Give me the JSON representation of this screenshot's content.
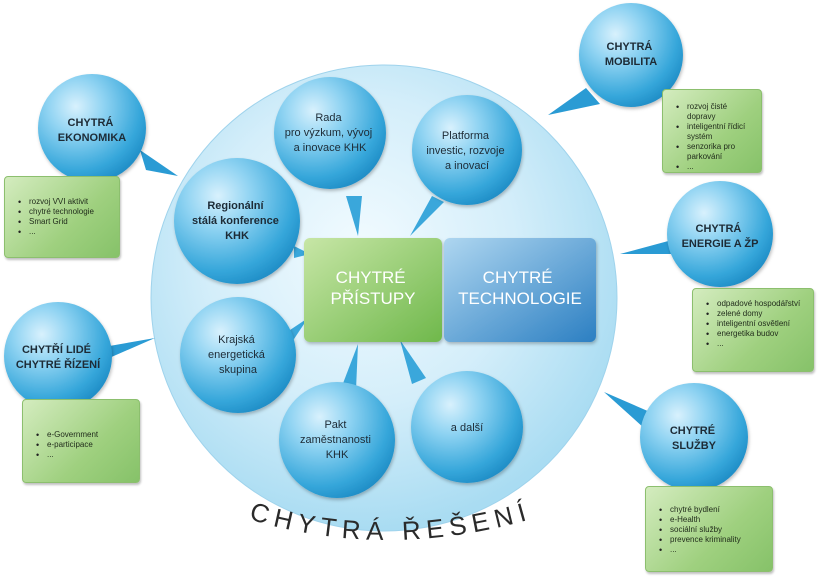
{
  "title": "CHYTRÁ ŘEŠENÍ",
  "center": {
    "left_label": [
      "CHYTRÉ",
      "PŘÍSTUPY"
    ],
    "right_label": [
      "CHYTRÉ",
      "TECHNOLOGIE"
    ]
  },
  "inner_bubbles": [
    {
      "id": "rada",
      "lines": [
        "Rada",
        "pro výzkum, vývoj",
        "a inovace KHK"
      ],
      "bold": false
    },
    {
      "id": "platforma",
      "lines": [
        "Platforma",
        "investic, rozvoje",
        "a inovací"
      ],
      "bold": false
    },
    {
      "id": "regionalni",
      "lines": [
        "Regionální",
        "stálá konference",
        "KHK"
      ],
      "bold": true
    },
    {
      "id": "krajska",
      "lines": [
        "Krajská",
        "energetická",
        "skupina"
      ],
      "bold": false
    },
    {
      "id": "pakt",
      "lines": [
        "Pakt",
        "zaměstnanosti",
        "KHK"
      ],
      "bold": false
    },
    {
      "id": "dalsi",
      "lines": [
        "a další"
      ],
      "bold": false
    }
  ],
  "outer_bubbles": [
    {
      "id": "ekonomika",
      "lines": [
        "CHYTRÁ",
        "EKONOMIKA"
      ],
      "items": [
        "rozvoj VVI aktivit",
        "chytré technologie",
        "Smart Grid",
        "..."
      ]
    },
    {
      "id": "mobilita",
      "lines": [
        "CHYTRÁ",
        "MOBILITA"
      ],
      "items": [
        "rozvoj čisté dopravy",
        "inteligentní řídicí systém",
        "senzorika pro parkování",
        "..."
      ]
    },
    {
      "id": "energie",
      "lines": [
        "CHYTRÁ",
        "ENERGIE A ŽP"
      ],
      "items": [
        "odpadové hospodářství",
        "zelené domy",
        "inteligentní osvětlení",
        "energetika budov",
        "..."
      ]
    },
    {
      "id": "lide",
      "lines": [
        "CHYTŘÍ LIDÉ",
        "CHYTRÉ ŘÍZENÍ"
      ],
      "items": [
        "e-Government",
        "e-participace",
        "..."
      ]
    },
    {
      "id": "sluzby",
      "lines": [
        "CHYTRÉ",
        "SLUŽBY"
      ],
      "items": [
        "chytré bydlení",
        "e-Health",
        "sociální služby",
        "prevence kriminality",
        "..."
      ]
    }
  ]
}
